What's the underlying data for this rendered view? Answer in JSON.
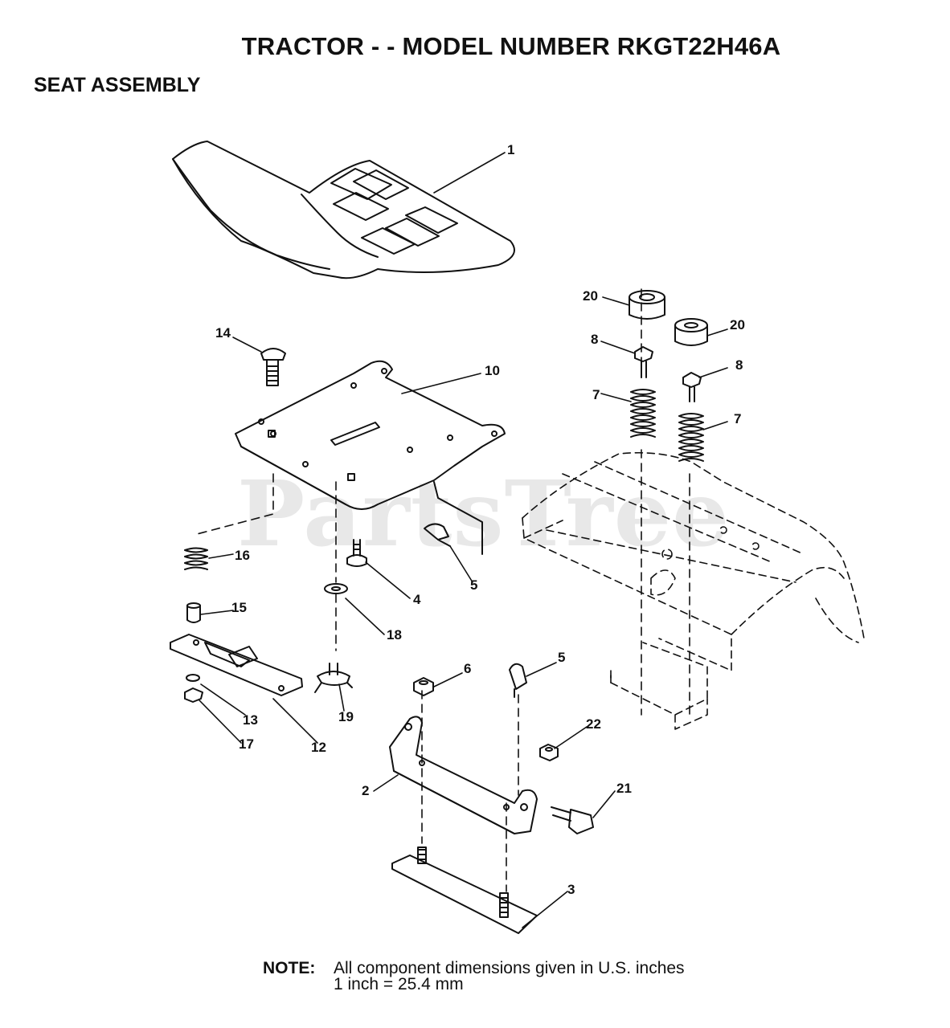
{
  "title": "TRACTOR - - MODEL NUMBER RKGT22H46A",
  "section": "SEAT ASSEMBLY",
  "watermark": "PartsTree",
  "note": {
    "label": "NOTE:",
    "line1": "All component dimensions given in U.S. inches",
    "line2": "1 inch = 25.4 mm"
  },
  "callouts": [
    "1",
    "20",
    "20",
    "14",
    "8",
    "8",
    "10",
    "7",
    "7",
    "16",
    "4",
    "5",
    "15",
    "18",
    "6",
    "5",
    "19",
    "13",
    "12",
    "17",
    "22",
    "2",
    "21",
    "3"
  ]
}
